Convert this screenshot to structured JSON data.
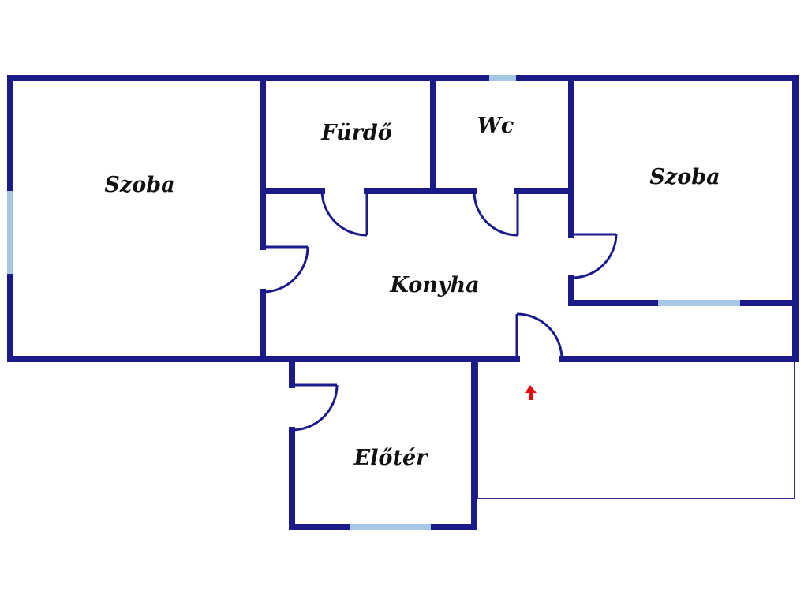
{
  "rooms": {
    "szoba_left": "Szoba",
    "furdo": "Fürdő",
    "wc": "Wc",
    "szoba_right": "Szoba",
    "konyha": "Konyha",
    "eloter": "Előtér"
  },
  "colors": {
    "wall": "#1a1a8a",
    "window": "#a7c7e7",
    "thin_outline": "#2a2a8a",
    "entrance_arrow": "#e01010",
    "background": "#ffffff"
  },
  "icons": {
    "entrance": "red-up-arrow-icon"
  }
}
